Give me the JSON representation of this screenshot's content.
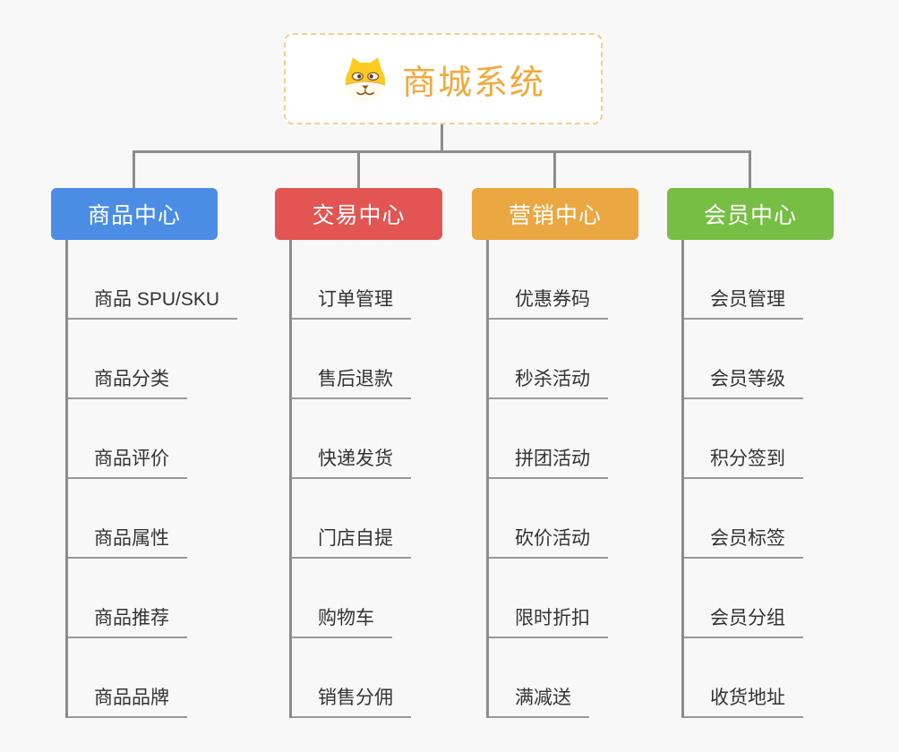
{
  "root": {
    "title": "商城系统",
    "icon": "dog-mascot-icon"
  },
  "branches": [
    {
      "label": "商品中心",
      "color": "#4b8de4",
      "items": [
        "商品 SPU/SKU",
        "商品分类",
        "商品评价",
        "商品属性",
        "商品推荐",
        "商品品牌"
      ]
    },
    {
      "label": "交易中心",
      "color": "#e25553",
      "items": [
        "订单管理",
        "售后退款",
        "快递发货",
        "门店自提",
        "购物车",
        "销售分佣"
      ]
    },
    {
      "label": "营销中心",
      "color": "#eba742",
      "items": [
        "优惠券码",
        "秒杀活动",
        "拼团活动",
        "砍价活动",
        "限时折扣",
        "满减送"
      ]
    },
    {
      "label": "会员中心",
      "color": "#76be44",
      "items": [
        "会员管理",
        "会员等级",
        "积分签到",
        "会员标签",
        "会员分组",
        "收货地址"
      ]
    }
  ],
  "colors": {
    "background": "#f8f8f8",
    "connector": "#8c8c8c",
    "leaf_underline": "#999999",
    "leaf_text": "#333333",
    "root_title": "#f2a93b",
    "root_border_dashed": "#f6ce8a",
    "branch_product": "#4b8de4",
    "branch_trade": "#e25553",
    "branch_marketing": "#eba742",
    "branch_member": "#76be44"
  }
}
